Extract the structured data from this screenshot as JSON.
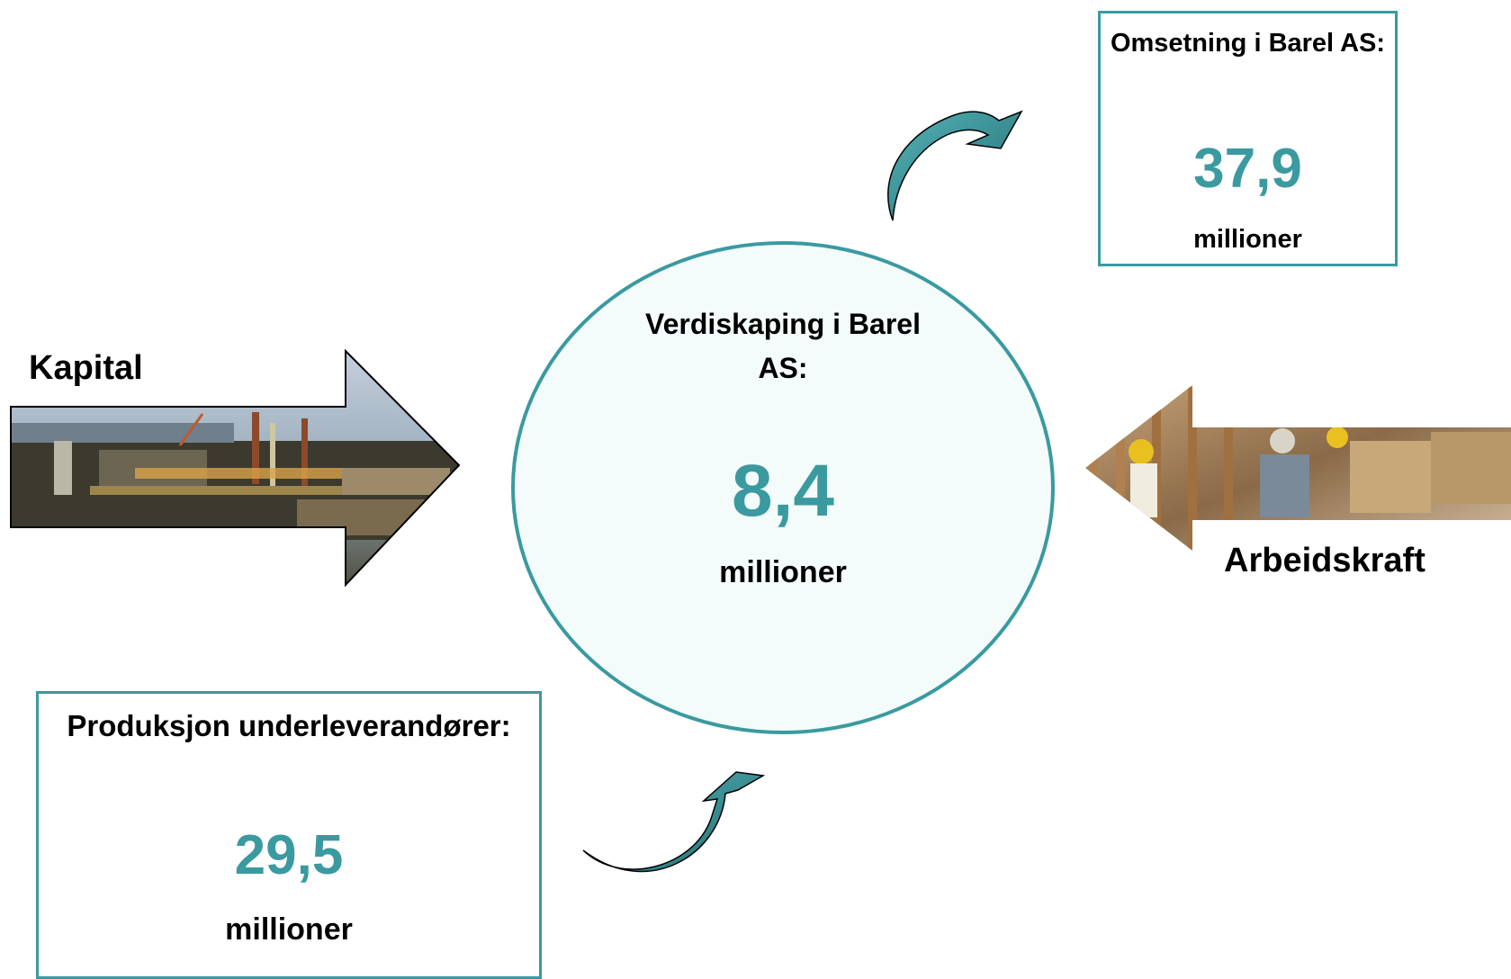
{
  "diagram": {
    "center": {
      "title": "Verdiskaping i Barel AS:",
      "value": "8,4",
      "unit": "millioner"
    },
    "top_right_box": {
      "title": "Omsetning i Barel AS:",
      "value": "37,9",
      "unit": "millioner"
    },
    "bottom_left_box": {
      "title": "Produksjon underleverandører:",
      "value": "29,5",
      "unit": "millioner"
    },
    "left_input": {
      "label": "Kapital"
    },
    "right_input": {
      "label": "Arbeidskraft"
    },
    "colors": {
      "accent": "#3a9aa0",
      "arrow_fill": "#2f7f84"
    }
  }
}
